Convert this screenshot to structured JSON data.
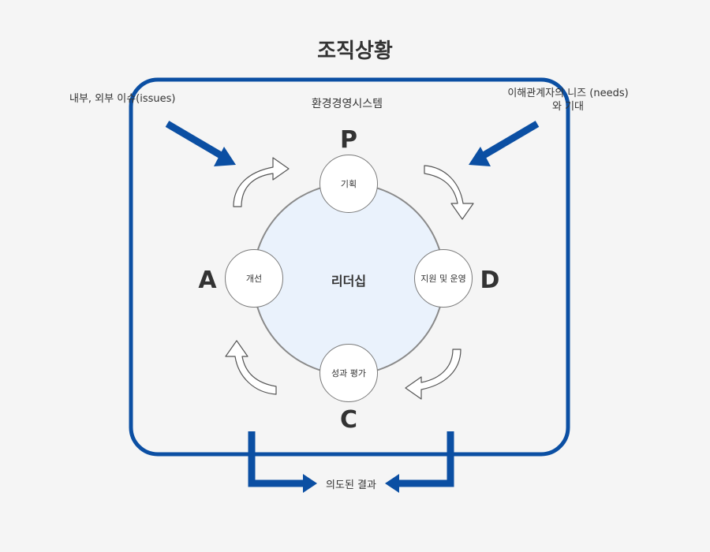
{
  "title": "조직상황",
  "external_issues": "내부, 외부 이슈(issues)",
  "stakeholders": "이해관계자의 니즈 (needs)와 기대",
  "system_label": "환경경영시스템",
  "center_label": "리더십",
  "phases": {
    "plan": {
      "letter": "P",
      "label": "기획"
    },
    "do": {
      "letter": "D",
      "label": "지원 및 운영"
    },
    "check": {
      "letter": "C",
      "label": "성과 평가"
    },
    "act": {
      "letter": "A",
      "label": "개선"
    }
  },
  "outcome": "의도된 결과",
  "colors": {
    "frame": "#0b4fa3",
    "arrow_fill": "#0b4fa3",
    "circle_fill": "#eaf2fc",
    "circle_stroke": "#8a8a8a",
    "background": "#f5f5f5"
  }
}
